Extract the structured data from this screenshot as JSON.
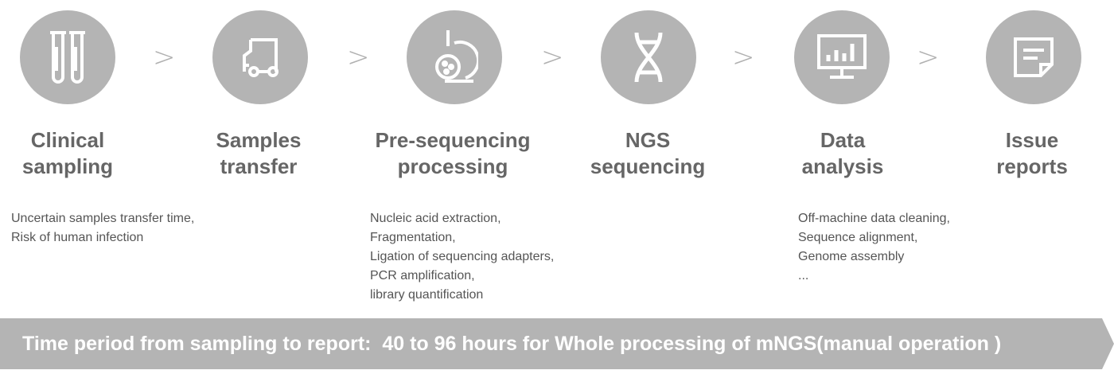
{
  "steps": [
    {
      "title_line1": "Clinical",
      "title_line2": "sampling",
      "icon": "test-tubes-icon"
    },
    {
      "title_line1": "Samples",
      "title_line2": "transfer",
      "icon": "truck-icon"
    },
    {
      "title_line1": "Pre-sequencing",
      "title_line2": "processing",
      "icon": "microscope-icon"
    },
    {
      "title_line1": "NGS",
      "title_line2": "sequencing",
      "icon": "dna-icon"
    },
    {
      "title_line1": "Data",
      "title_line2": "analysis",
      "icon": "monitor-chart-icon"
    },
    {
      "title_line1": "Issue",
      "title_line2": "reports",
      "icon": "report-icon"
    }
  ],
  "arrow": ">",
  "descriptions": {
    "sampling": [
      "Uncertain samples transfer time,",
      "Risk of human infection"
    ],
    "preseq": [
      "Nucleic acid extraction,",
      "Fragmentation,",
      "Ligation of sequencing adapters,",
      "PCR amplification,",
      "library quantification"
    ],
    "analysis": [
      "Off-machine data cleaning,",
      "Sequence alignment,",
      "Genome assembly",
      "..."
    ]
  },
  "banner": "Time period from sampling to report:  40 to 96 hours for Whole processing of mNGS(manual operation )"
}
